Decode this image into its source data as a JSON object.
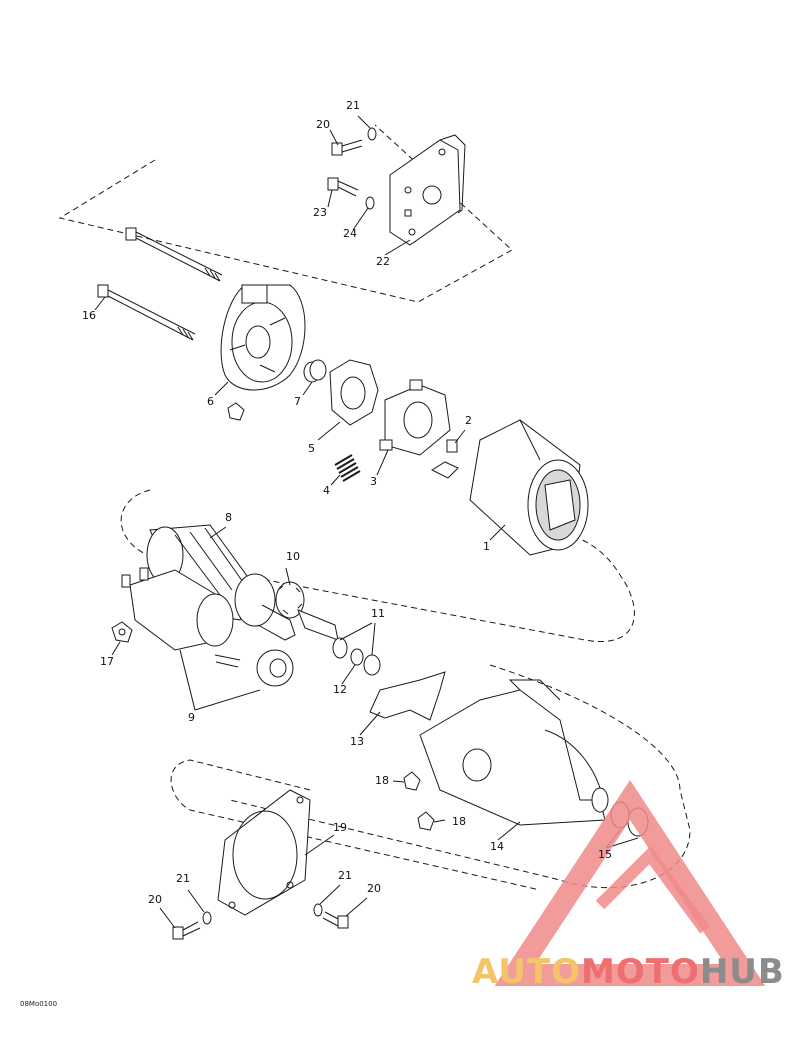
{
  "diagram": {
    "part_labels": [
      {
        "id": "p21a",
        "text": "21"
      },
      {
        "id": "p20a",
        "text": "20"
      },
      {
        "id": "p23",
        "text": "23"
      },
      {
        "id": "p24",
        "text": "24"
      },
      {
        "id": "p22",
        "text": "22"
      },
      {
        "id": "p16",
        "text": "16"
      },
      {
        "id": "p6",
        "text": "6"
      },
      {
        "id": "p7",
        "text": "7"
      },
      {
        "id": "p5",
        "text": "5"
      },
      {
        "id": "p2",
        "text": "2"
      },
      {
        "id": "p3",
        "text": "3"
      },
      {
        "id": "p4",
        "text": "4"
      },
      {
        "id": "p1",
        "text": "1"
      },
      {
        "id": "p8",
        "text": "8"
      },
      {
        "id": "p10",
        "text": "10"
      },
      {
        "id": "p11",
        "text": "11"
      },
      {
        "id": "p17",
        "text": "17"
      },
      {
        "id": "p12",
        "text": "12"
      },
      {
        "id": "p9",
        "text": "9"
      },
      {
        "id": "p13",
        "text": "13"
      },
      {
        "id": "p18a",
        "text": "18"
      },
      {
        "id": "p18b",
        "text": "18"
      },
      {
        "id": "p14",
        "text": "14"
      },
      {
        "id": "p15",
        "text": "15"
      },
      {
        "id": "p19",
        "text": "19"
      },
      {
        "id": "p21b",
        "text": "21"
      },
      {
        "id": "p20b",
        "text": "20"
      },
      {
        "id": "p21c",
        "text": "21"
      },
      {
        "id": "p20c",
        "text": "20"
      }
    ],
    "drawing_code": "08Mo0100"
  },
  "watermark": {
    "part1": "AUTO",
    "part2": "MOTO",
    "part3": "HUB",
    "colors": {
      "part1": "#f5c46a",
      "part2": "#ee6f6f",
      "part3": "#8c8c8c",
      "triangle": "#f08a8a"
    }
  },
  "style": {
    "line": "#1a1a1a",
    "fill": "#ffffff",
    "shade": "#d8d8d8"
  }
}
